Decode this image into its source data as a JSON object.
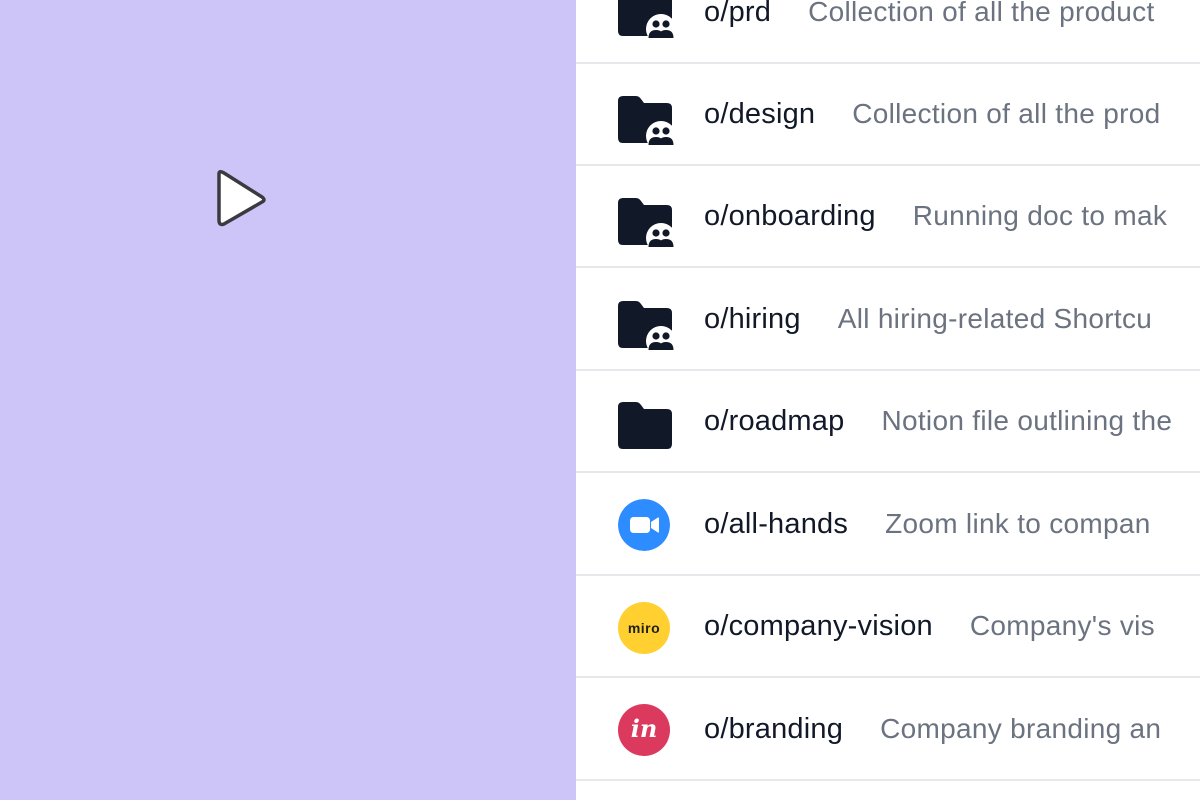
{
  "colors": {
    "background": "#CDC5F7",
    "panel": "#FFFFFF",
    "name_text": "#111827",
    "desc_text": "#6B7280",
    "divider": "#E7E8EC",
    "folder": "#111827",
    "zoom": "#2D8CFF",
    "miro": "#FFD02F",
    "invision": "#DC395F"
  },
  "cursor": {
    "icon": "pointer-cursor-icon"
  },
  "go_links": [
    {
      "name": "o/prd",
      "description": "Collection of all the product",
      "icon": "shared-folder-icon"
    },
    {
      "name": "o/design",
      "description": "Collection of all the prod",
      "icon": "shared-folder-icon"
    },
    {
      "name": "o/onboarding",
      "description": "Running doc to mak",
      "icon": "shared-folder-icon"
    },
    {
      "name": "o/hiring",
      "description": "All hiring-related Shortcu",
      "icon": "shared-folder-icon"
    },
    {
      "name": "o/roadmap",
      "description": "Notion file outlining the",
      "icon": "folder-icon"
    },
    {
      "name": "o/all-hands",
      "description": "Zoom link to compan",
      "icon": "zoom-icon"
    },
    {
      "name": "o/company-vision",
      "description": "Company's vis",
      "icon": "miro-icon",
      "icon_text": "miro"
    },
    {
      "name": "o/branding",
      "description": "Company branding an",
      "icon": "invision-icon",
      "icon_text": "in"
    }
  ]
}
